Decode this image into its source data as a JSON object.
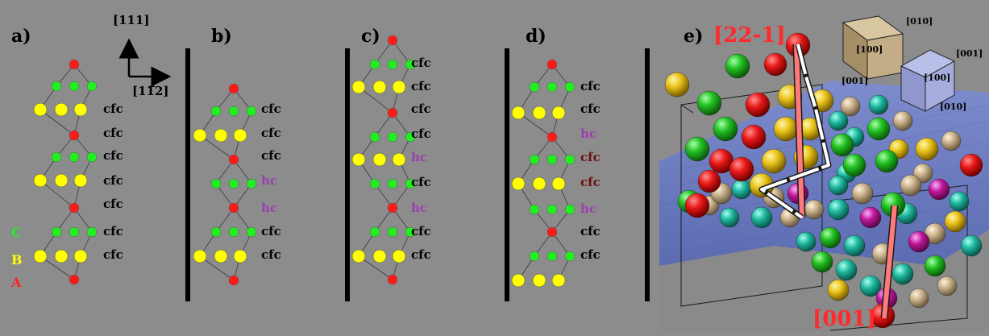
{
  "colors": {
    "background": "#8c8c8c",
    "atom_A": "#ff1a1a",
    "atom_B": "#ffff00",
    "atom_C": "#22ee22",
    "label_fcc": "#000000",
    "label_hc": "#9a3fb0",
    "label_fcc_highlight": "#6a1010",
    "direction_label": "#ff2a2a",
    "divider": "#000000"
  },
  "axes": {
    "up_label": "[111]",
    "right_label": "[11̅2]"
  },
  "legend": {
    "C": "C",
    "B": "B",
    "A": "A"
  },
  "panels": [
    {
      "letter": "a)",
      "labels": [
        {
          "t": "cfc",
          "k": "fcc"
        },
        {
          "t": "cfc",
          "k": "fcc"
        },
        {
          "t": "cfc",
          "k": "fcc"
        },
        {
          "t": "cfc",
          "k": "fcc"
        },
        {
          "t": "cfc",
          "k": "fcc"
        },
        {
          "t": "cfc",
          "k": "fcc"
        },
        {
          "t": "cfc",
          "k": "fcc"
        }
      ]
    },
    {
      "letter": "b)",
      "labels": [
        {
          "t": "cfc",
          "k": "fcc"
        },
        {
          "t": "cfc",
          "k": "fcc"
        },
        {
          "t": "cfc",
          "k": "fcc"
        },
        {
          "t": "hc",
          "k": "hc"
        },
        {
          "t": "hc",
          "k": "hc"
        },
        {
          "t": "cfc",
          "k": "fcc"
        },
        {
          "t": "cfc",
          "k": "fcc"
        }
      ]
    },
    {
      "letter": "c)",
      "labels": [
        {
          "t": "cfc",
          "k": "fcc"
        },
        {
          "t": "cfc",
          "k": "fcc"
        },
        {
          "t": "cfc",
          "k": "fcc"
        },
        {
          "t": "cfc",
          "k": "fcc"
        },
        {
          "t": "hc",
          "k": "hc"
        },
        {
          "t": "cfc",
          "k": "fcc"
        },
        {
          "t": "hc",
          "k": "hc"
        },
        {
          "t": "cfc",
          "k": "fcc"
        },
        {
          "t": "cfc",
          "k": "fcc"
        }
      ]
    },
    {
      "letter": "d)",
      "labels": [
        {
          "t": "cfc",
          "k": "fcc"
        },
        {
          "t": "cfc",
          "k": "fcc"
        },
        {
          "t": "hc",
          "k": "hc"
        },
        {
          "t": "cfc",
          "k": "fcc_hl"
        },
        {
          "t": "cfc",
          "k": "fcc_hl"
        },
        {
          "t": "hc",
          "k": "hc"
        },
        {
          "t": "cfc",
          "k": "fcc"
        },
        {
          "t": "cfc",
          "k": "fcc"
        }
      ]
    }
  ],
  "panel_e": {
    "letter": "e)",
    "direction_top": "[22-1]",
    "direction_bottom": "[001]",
    "cube1": {
      "face_front": "[100]",
      "face_right": "[010]",
      "edge_bottom": "[001]"
    },
    "cube2": {
      "face_front": "[100]",
      "edge_right_top": "[001]",
      "edge_bottom": "[010]"
    }
  }
}
